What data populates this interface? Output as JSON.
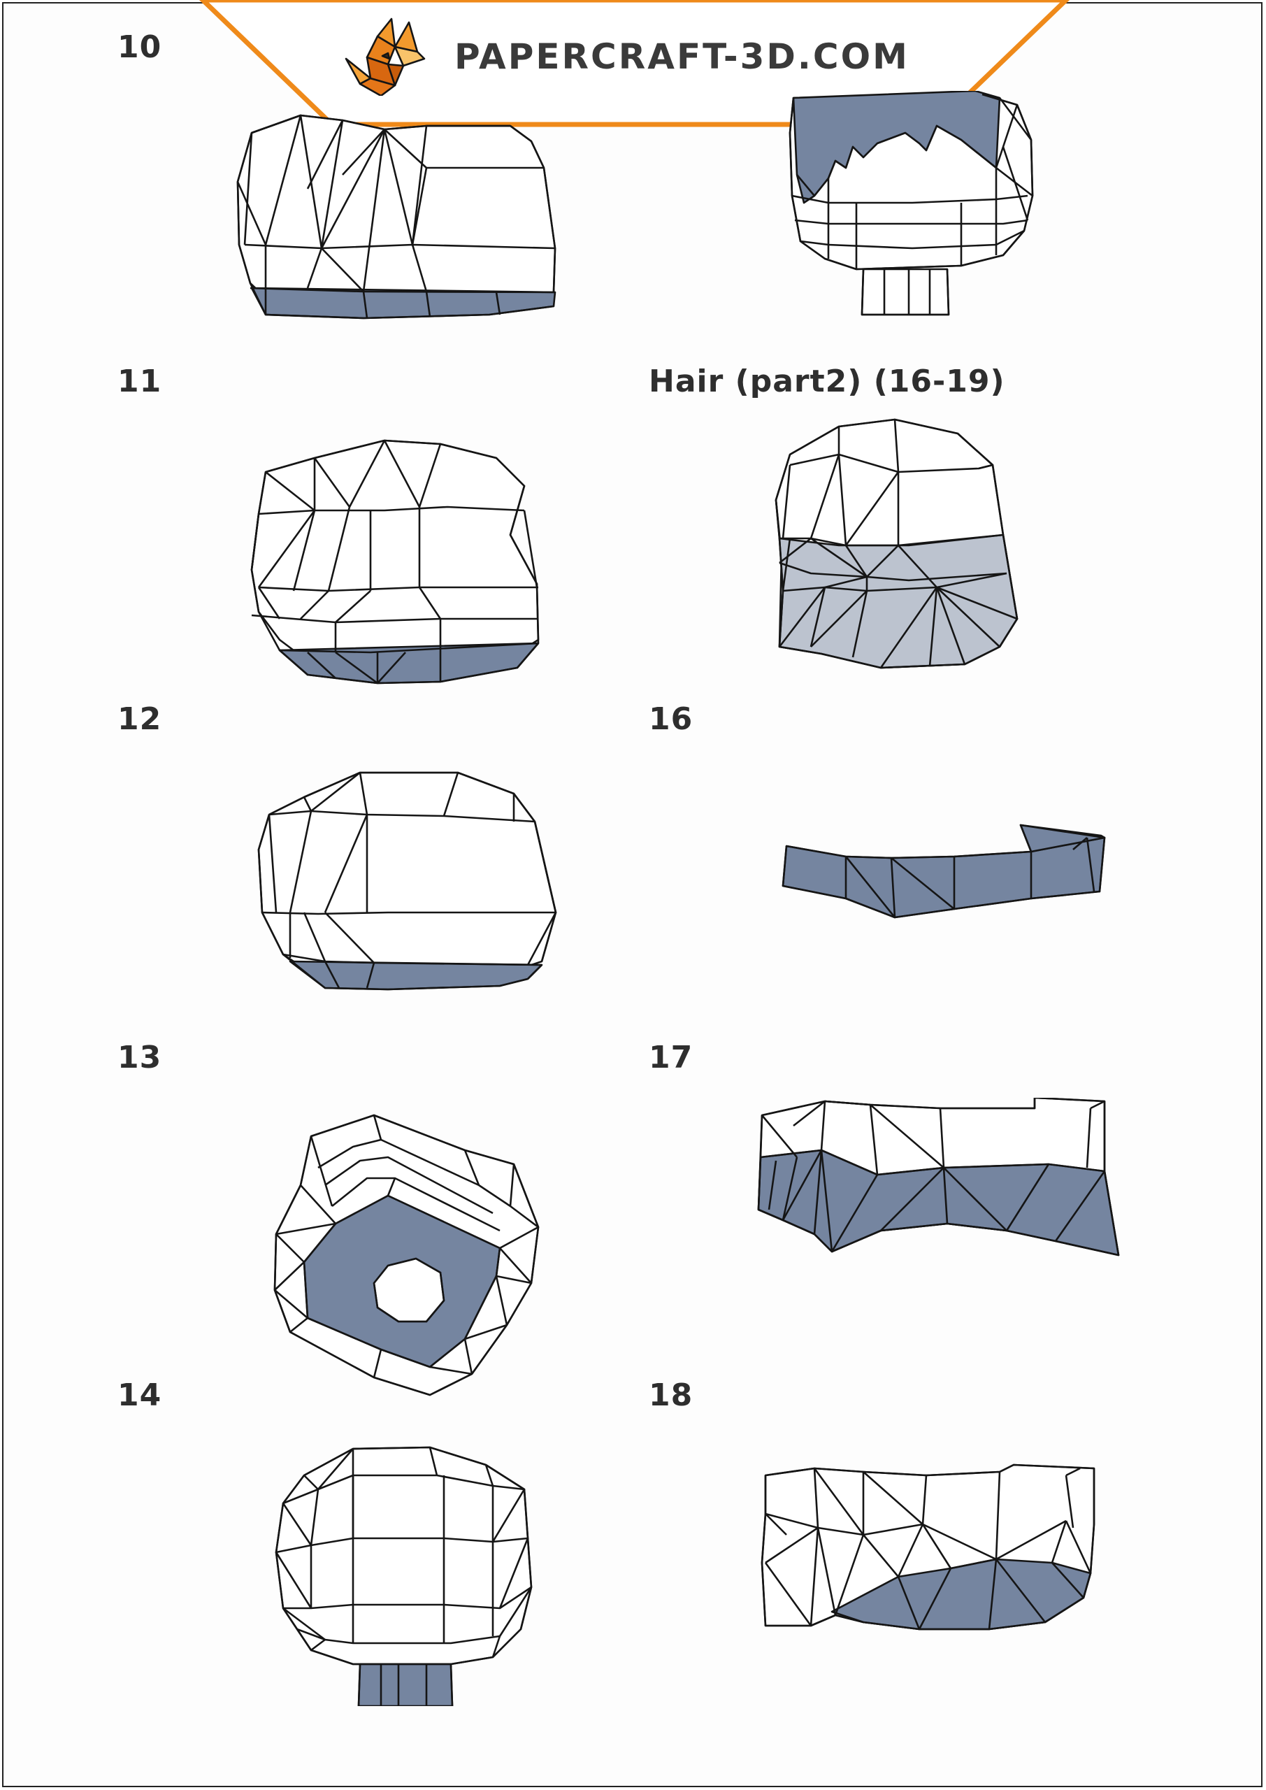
{
  "brand": {
    "site": "PAPERCRAFT-3D.COM",
    "logo_icon": "fox-origami-logo",
    "accent": "#ef8a1a"
  },
  "colors": {
    "dark_shade": "#7585a0",
    "light_shade": "#bcc3cf",
    "line": "#151515"
  },
  "steps": [
    {
      "label": "10"
    },
    {
      "label": "11"
    },
    {
      "label": "12"
    },
    {
      "label": "13"
    },
    {
      "label": "14"
    },
    {
      "label": "Hair (part2) (16-19)"
    },
    {
      "label": "16"
    },
    {
      "label": "17"
    },
    {
      "label": "18"
    }
  ]
}
